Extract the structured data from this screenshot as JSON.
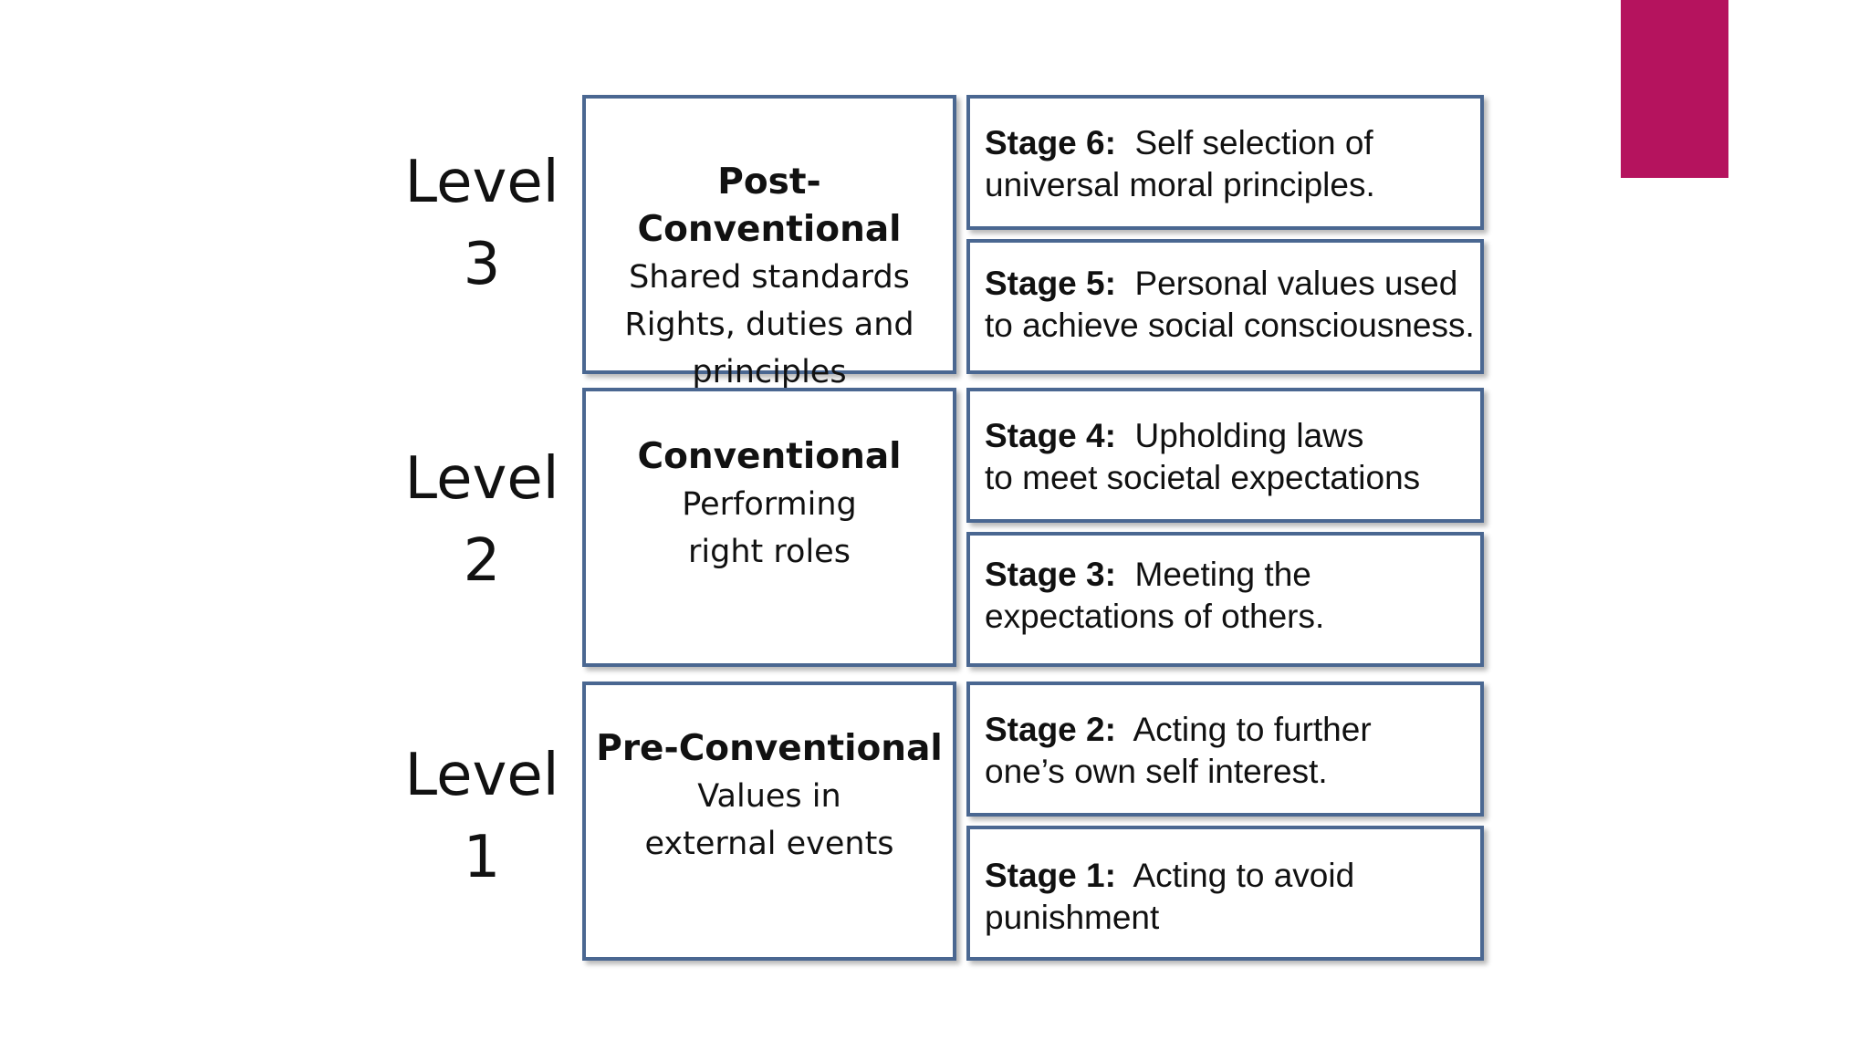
{
  "levels": [
    {
      "label_word": "Level",
      "label_number": "3",
      "title": "Post-Conventional",
      "description_lines": [
        "Shared standards",
        "Rights, duties and",
        "principles"
      ],
      "stages": [
        {
          "label": "Stage 6:",
          "line1": "Self selection of",
          "line2": "universal moral principles."
        },
        {
          "label": "Stage 5:",
          "line1": "Personal values used",
          "line2": "to achieve social consciousness."
        }
      ]
    },
    {
      "label_word": "Level",
      "label_number": "2",
      "title": "Conventional",
      "description_lines": [
        "Performing",
        "right roles"
      ],
      "stages": [
        {
          "label": "Stage 4:",
          "line1": "Upholding laws",
          "line2": "to meet societal expectations"
        },
        {
          "label": "Stage 3:",
          "line1": "Meeting the",
          "line2": "expectations of others."
        }
      ]
    },
    {
      "label_word": "Level",
      "label_number": "1",
      "title": "Pre-Conventional",
      "description_lines": [
        "Values in",
        "external events"
      ],
      "stages": [
        {
          "label": "Stage 2:",
          "line1": "Acting to further",
          "line2": "one’s own self interest."
        },
        {
          "label": "Stage 1:",
          "line1": "Acting to avoid",
          "line2": "punishment"
        }
      ]
    }
  ],
  "colors": {
    "accent": "#b5135e",
    "box_border": "#4a6791"
  }
}
